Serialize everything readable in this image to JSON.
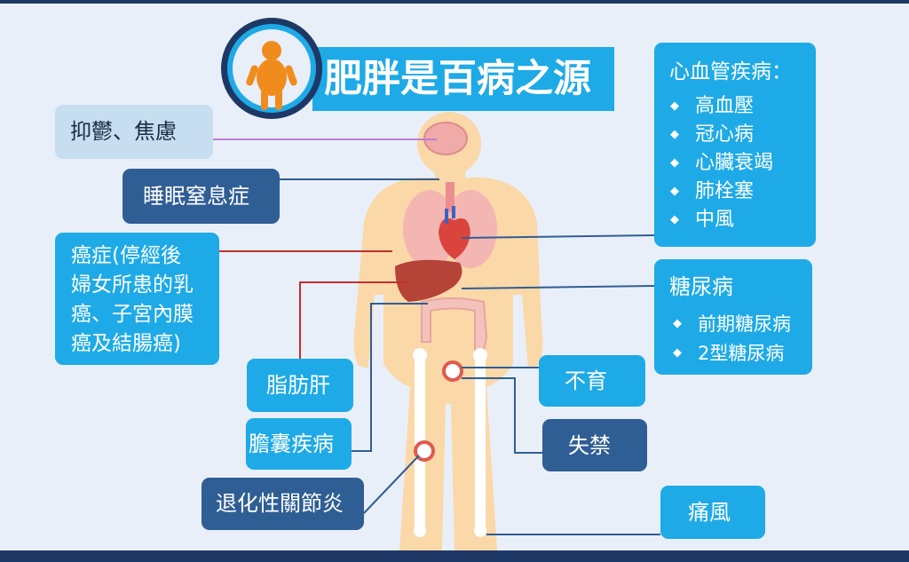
{
  "title": "肥胖是百病之源",
  "labels": {
    "depression": "抑鬱、焦慮",
    "sleep_apnea": "睡眠窒息症",
    "cancer": [
      "癌症(停經後",
      "婦女所患的乳",
      "癌、子宮內膜",
      "癌及結腸癌)"
    ],
    "fatty_liver": "脂肪肝",
    "gallbladder": "膽囊疾病",
    "arthritis": "退化性關節炎",
    "infertility": "不育",
    "incontinence": "失禁",
    "gout": "痛風"
  },
  "cardio": {
    "heading": "心血管疾病：",
    "items": [
      "高血壓",
      "冠心病",
      "心臟衰竭",
      "肺栓塞",
      "中風"
    ]
  },
  "diabetes": {
    "heading": "糖尿病",
    "items": [
      "前期糖尿病",
      "2型糖尿病"
    ]
  },
  "colors": {
    "cyan": "#1eaae6",
    "navy": "#2f5e94",
    "pale": "#c7ddf0",
    "body": "#fbd8a8",
    "border": "#1e3866"
  }
}
